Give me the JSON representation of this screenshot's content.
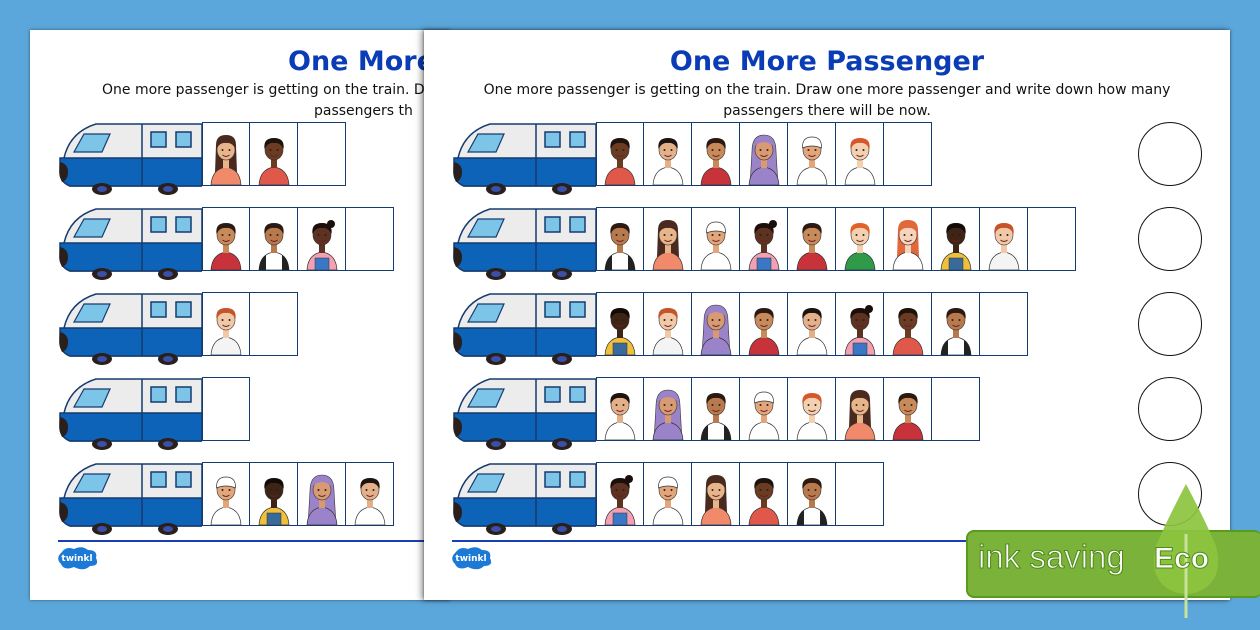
{
  "worksheet": {
    "title": "One More Passenger",
    "instructions_line1": "One more passenger is getting on the train. Draw one more passenger and write down how many",
    "instructions_line2": "passengers there will be now.",
    "back_title_visible": "One More",
    "back_instr_line1_visible": "One more passenger is getting on the train. Dra",
    "back_instr_line2_visible": "passengers th",
    "brand": "twinkl"
  },
  "back_sheet": {
    "rows": [
      {
        "passengers": [
          "girl-long-hair-floral",
          "boy-dark-red-shirt"
        ],
        "empty_cells": 1
      },
      {
        "passengers": [
          "boy-red-shirt",
          "boy-raglan",
          "girl-overalls-pink"
        ],
        "empty_cells": 1
      },
      {
        "passengers": [
          "girl-red-hair-headband"
        ],
        "empty_cells": 1
      },
      {
        "passengers": [],
        "empty_cells": 1
      },
      {
        "passengers": [
          "boy-cap-white",
          "boy-overalls-yellow",
          "girl-hijab",
          "boy-lolly"
        ],
        "empty_cells": 0
      }
    ]
  },
  "front_sheet": {
    "rows": [
      {
        "passengers": [
          "boy-dark-red-shirt",
          "boy-lolly",
          "boy-red-shirt",
          "girl-hijab",
          "boy-cap-white",
          "boy-ginger-white"
        ],
        "empty_cells": 1
      },
      {
        "passengers": [
          "boy-raglan",
          "girl-long-hair-floral",
          "boy-cap-white",
          "girl-overalls-pink",
          "boy-red-shirt",
          "boy-ginger-green",
          "girl-ginger-backpack",
          "boy-overalls-yellow",
          "girl-red-hair-headband"
        ],
        "empty_cells": 1
      },
      {
        "passengers": [
          "boy-overalls-yellow",
          "girl-red-hair-headband",
          "girl-hijab",
          "boy-red-shirt",
          "boy-lolly",
          "girl-overalls-pink",
          "boy-dark-red-shirt",
          "boy-raglan"
        ],
        "empty_cells": 1
      },
      {
        "passengers": [
          "boy-lolly",
          "girl-hijab",
          "boy-raglan",
          "boy-cap-white",
          "boy-ginger-white",
          "girl-long-hair-floral",
          "boy-red-shirt"
        ],
        "empty_cells": 1
      },
      {
        "passengers": [
          "girl-overalls-pink",
          "boy-cap-white",
          "girl-long-hair-floral",
          "boy-dark-red-shirt",
          "boy-raglan"
        ],
        "empty_cells": 1
      }
    ]
  },
  "eco_badge": {
    "text": "ink saving",
    "label": "Eco",
    "color": "#7ab23a"
  },
  "colors": {
    "background": "#5ba7db",
    "title": "#0a3db5",
    "train_blue": "#0d63b8",
    "train_white": "#ececec",
    "window": "#7cc4e8"
  }
}
